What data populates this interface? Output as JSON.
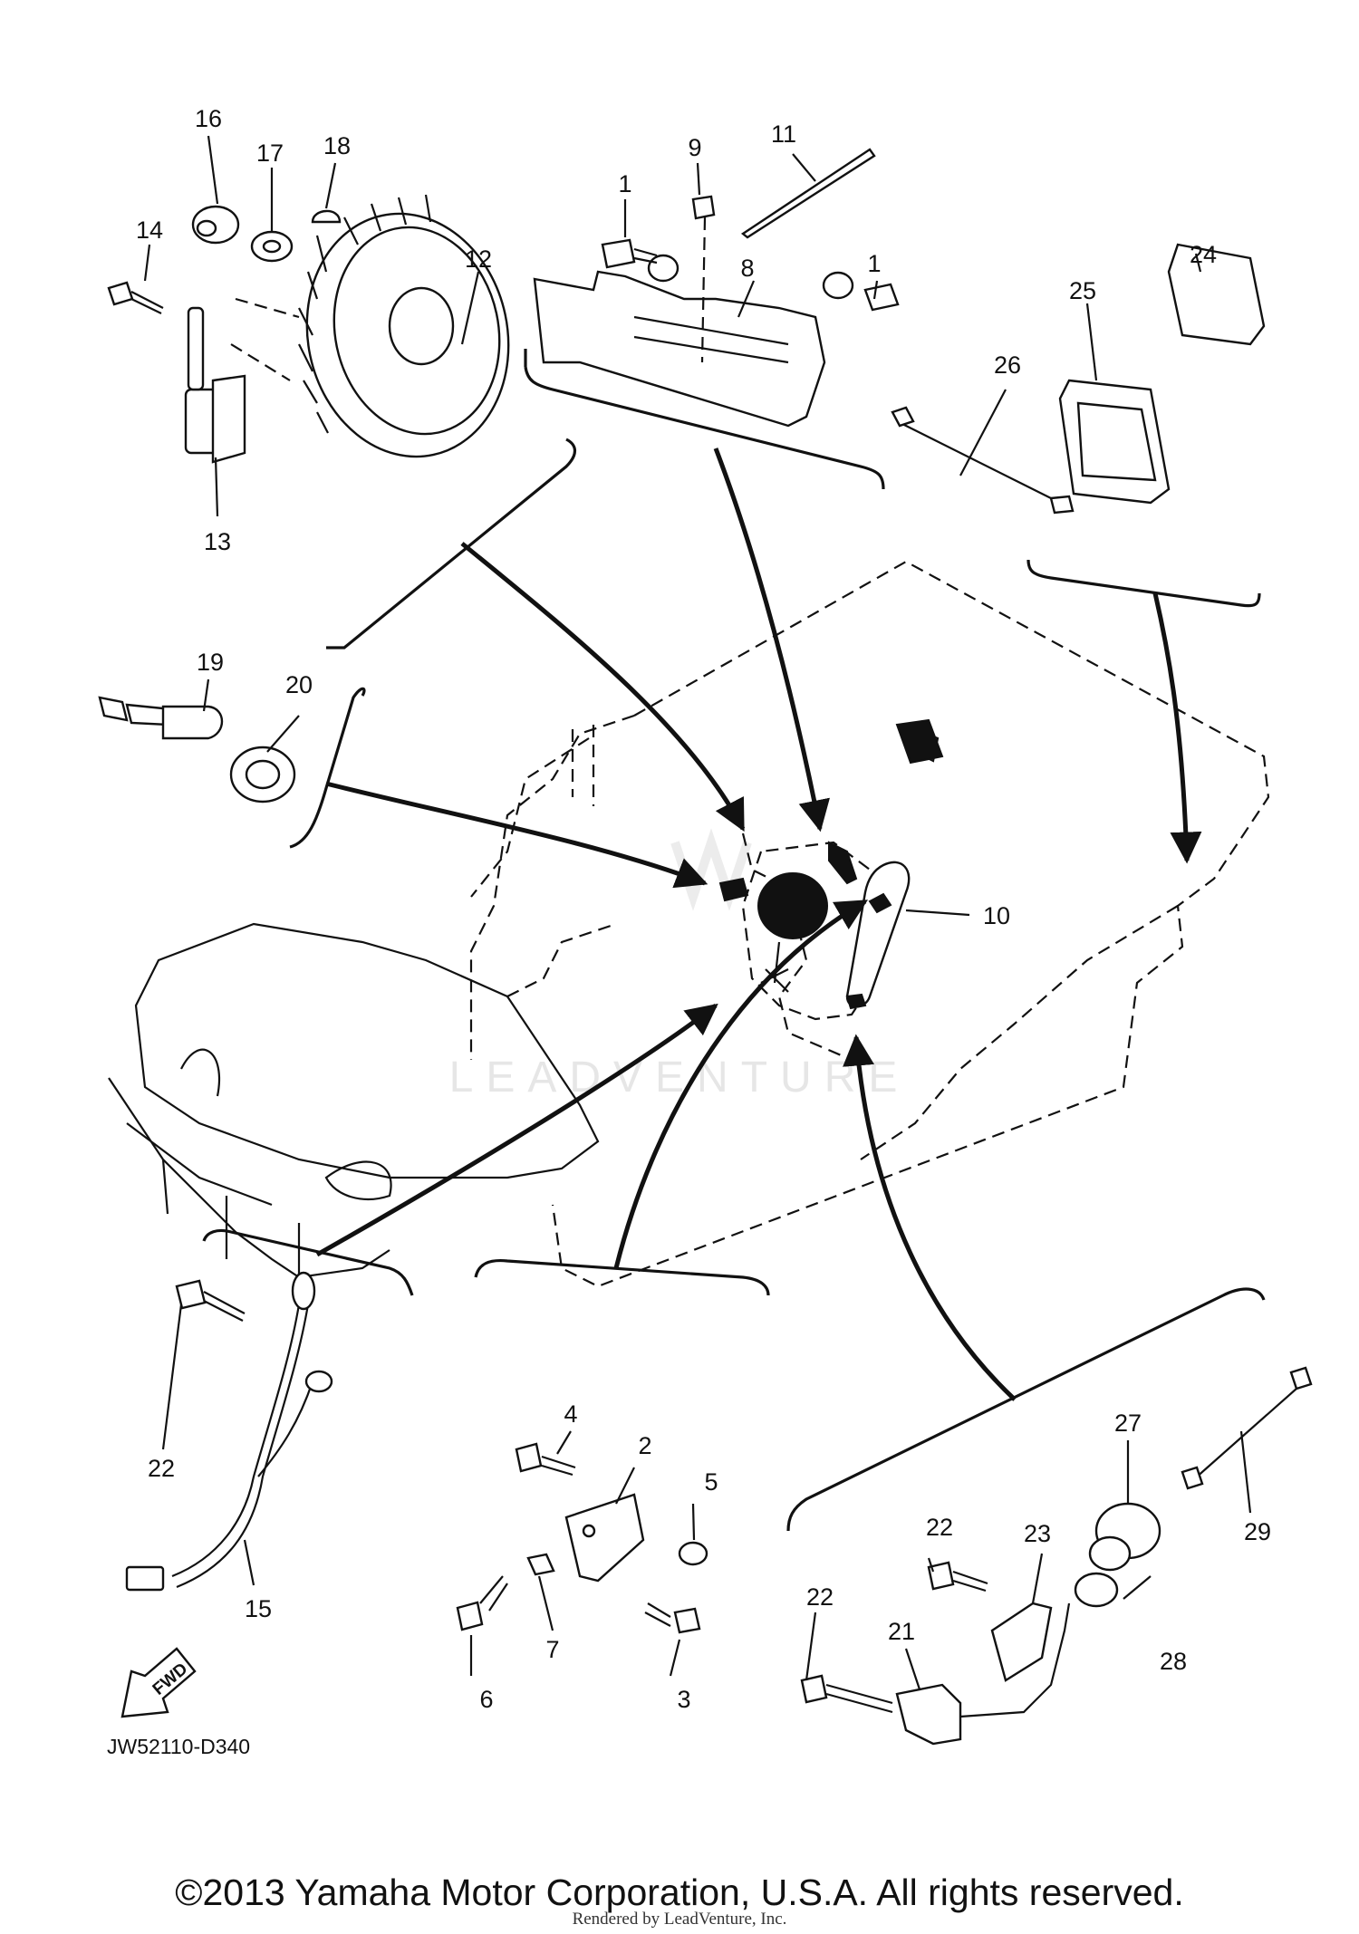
{
  "diagram": {
    "reference_code": "JW52110-D340",
    "fwd_label": "FWD",
    "watermark": "LEADVENTURE",
    "callouts": [
      "1",
      "1",
      "2",
      "3",
      "4",
      "5",
      "6",
      "7",
      "8",
      "9",
      "10",
      "11",
      "12",
      "13",
      "14",
      "15",
      "16",
      "17",
      "18",
      "19",
      "20",
      "21",
      "22",
      "22",
      "22",
      "22",
      "23",
      "24",
      "25",
      "26",
      "27",
      "28",
      "29"
    ]
  },
  "footer": {
    "copyright": "©2013 Yamaha Motor Corporation, U.S.A. All rights reserved.",
    "rendered_by": "Rendered by LeadVenture, Inc."
  }
}
